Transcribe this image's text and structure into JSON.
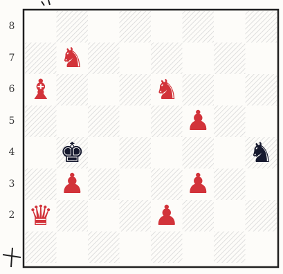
{
  "board": {
    "ranks": [
      "8",
      "7",
      "6",
      "5",
      "4",
      "3",
      "2"
    ],
    "colors": {
      "red_pieces": "#d2333a",
      "dark_pieces": "#16192e",
      "hatch": "#cfcfcf",
      "border": "#1f1f1f"
    },
    "pieces": [
      {
        "name": "red-knight",
        "glyph": "♞",
        "color": "red",
        "file": 2,
        "rank": 7
      },
      {
        "name": "red-bishop",
        "glyph": "♝",
        "color": "red",
        "file": 1,
        "rank": 6
      },
      {
        "name": "red-knight",
        "glyph": "♞",
        "color": "red",
        "file": 5,
        "rank": 6
      },
      {
        "name": "red-pawn",
        "glyph": "♟",
        "color": "red",
        "file": 6,
        "rank": 5
      },
      {
        "name": "dark-king",
        "glyph": "♚",
        "color": "dark",
        "file": 2,
        "rank": 4
      },
      {
        "name": "dark-knight",
        "glyph": "♞",
        "color": "dark",
        "file": 8,
        "rank": 4
      },
      {
        "name": "red-pawn",
        "glyph": "♟",
        "color": "red",
        "file": 2,
        "rank": 3
      },
      {
        "name": "red-pawn",
        "glyph": "♟",
        "color": "red",
        "file": 6,
        "rank": 3
      },
      {
        "name": "red-queen",
        "glyph": "♛",
        "color": "red",
        "file": 1,
        "rank": 2
      },
      {
        "name": "red-pawn",
        "glyph": "♟",
        "color": "red",
        "file": 5,
        "rank": 2
      }
    ]
  }
}
